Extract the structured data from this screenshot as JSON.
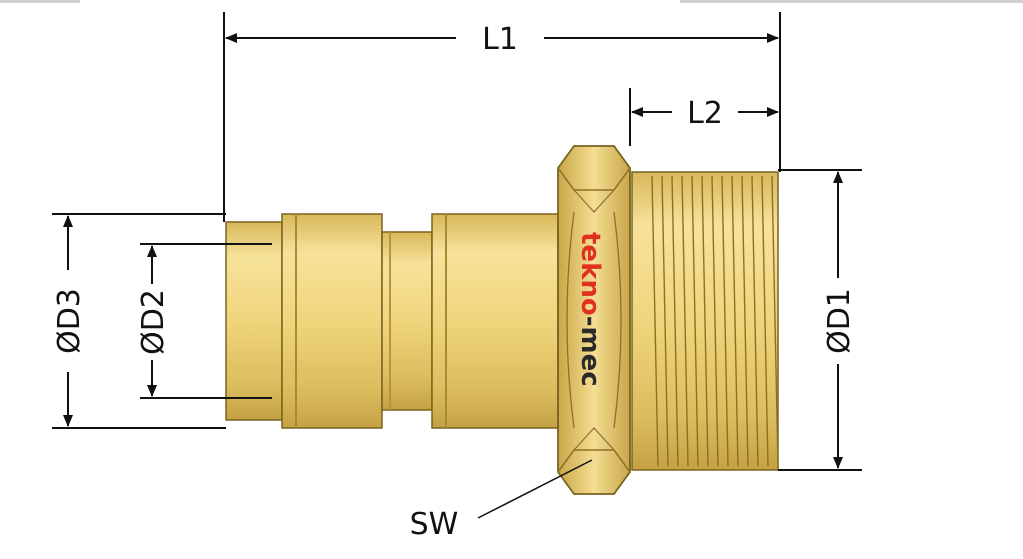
{
  "diagram": {
    "labels": {
      "l1": "L1",
      "l2": "L2",
      "d1": "ØD1",
      "d2": "ØD2",
      "d3": "ØD3",
      "sw": "SW"
    },
    "brand_text": "tekno-mec",
    "colors": {
      "brass_light": "#f3dd8a",
      "brass_mid": "#ddbf5c",
      "brass_dark": "#b8953a",
      "outline": "#6f5a1c",
      "dimension": "#111111",
      "brand": "#e0301e"
    }
  }
}
